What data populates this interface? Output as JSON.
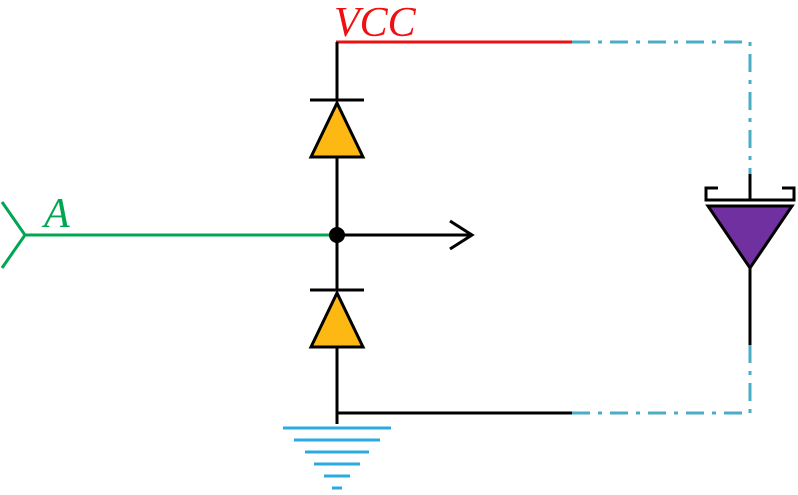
{
  "diagram": {
    "type": "circuit-schematic",
    "description": "Diode clamp input-protection circuit: input A clamped between VCC and ground by two diodes, with a dashed return loop through a Schottky diode"
  },
  "labels": {
    "vcc": "VCC",
    "input": "A"
  },
  "colors": {
    "background": "#ffffff",
    "wire_black": "#000000",
    "vcc_red": "#ee1111",
    "input_green": "#00a651",
    "clamp_diode_fill": "#fdb813",
    "schottky_diode_fill": "#7030a0",
    "dashed_wire_teal": "#4bacc6",
    "ground_cyan": "#29abe2"
  },
  "components": {
    "top_diode": "clamp-diode-to-vcc",
    "bottom_diode": "clamp-diode-to-ground",
    "right_diode": "schottky-diode",
    "junction": "input-node",
    "output": "output-arrow",
    "ground": "earth-ground"
  }
}
